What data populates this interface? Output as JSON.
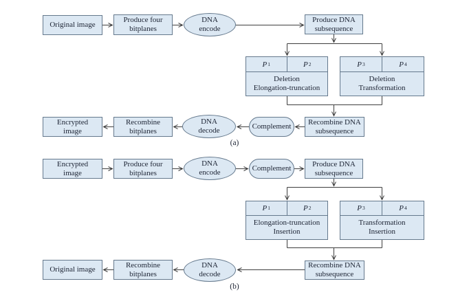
{
  "colors": {
    "node_fill": "#dce8f3",
    "node_border": "#64788c",
    "connector": "#3d3d3d",
    "text": "#1c2333"
  },
  "diagram_a": {
    "caption": "(a)",
    "original_image": "Original image",
    "produce_four_bitplanes": {
      "l1": "Produce four",
      "l2": "bitplanes"
    },
    "dna_encode": {
      "l1": "DNA",
      "l2": "encode"
    },
    "produce_dna_subsequence": {
      "l1": "Produce DNA",
      "l2": "subsequence"
    },
    "table_left": {
      "p1": {
        "letter": "P",
        "sub": "1"
      },
      "p2": {
        "letter": "P",
        "sub": "2"
      },
      "body_l1": "Deletion",
      "body_l2": "Elongation-truncation"
    },
    "table_right": {
      "p3": {
        "letter": "P",
        "sub": "3"
      },
      "p4": {
        "letter": "P",
        "sub": "4"
      },
      "body_l1": "Deletion",
      "body_l2": "Transformation"
    },
    "recombine_dna_subsequence": {
      "l1": "Recombine DNA",
      "l2": "subsequence"
    },
    "complement": "Complement",
    "dna_decode": {
      "l1": "DNA",
      "l2": "decode"
    },
    "recombine_bitplanes": {
      "l1": "Recombine",
      "l2": "bitplanes"
    },
    "encrypted_image": {
      "l1": "Encrypted",
      "l2": "image"
    }
  },
  "diagram_b": {
    "caption": "(b)",
    "encrypted_image": {
      "l1": "Encrypted",
      "l2": "image"
    },
    "produce_four_bitplanes": {
      "l1": "Produce four",
      "l2": "bitplanes"
    },
    "dna_encode": {
      "l1": "DNA",
      "l2": "encode"
    },
    "complement": "Complement",
    "produce_dna_subsequence": {
      "l1": "Produce DNA",
      "l2": "subsequence"
    },
    "table_left": {
      "p1": {
        "letter": "P",
        "sub": "1"
      },
      "p2": {
        "letter": "P",
        "sub": "2"
      },
      "body_l1": "Elongation-truncation",
      "body_l2": "Insertion"
    },
    "table_right": {
      "p3": {
        "letter": "P",
        "sub": "3"
      },
      "p4": {
        "letter": "P",
        "sub": "4"
      },
      "body_l1": "Transformation",
      "body_l2": "Insertion"
    },
    "recombine_dna_subsequence": {
      "l1": "Recombine DNA",
      "l2": "subsequence"
    },
    "dna_decode": {
      "l1": "DNA",
      "l2": "decode"
    },
    "recombine_bitplanes": {
      "l1": "Recombine",
      "l2": "bitplanes"
    },
    "original_image": "Original image"
  }
}
